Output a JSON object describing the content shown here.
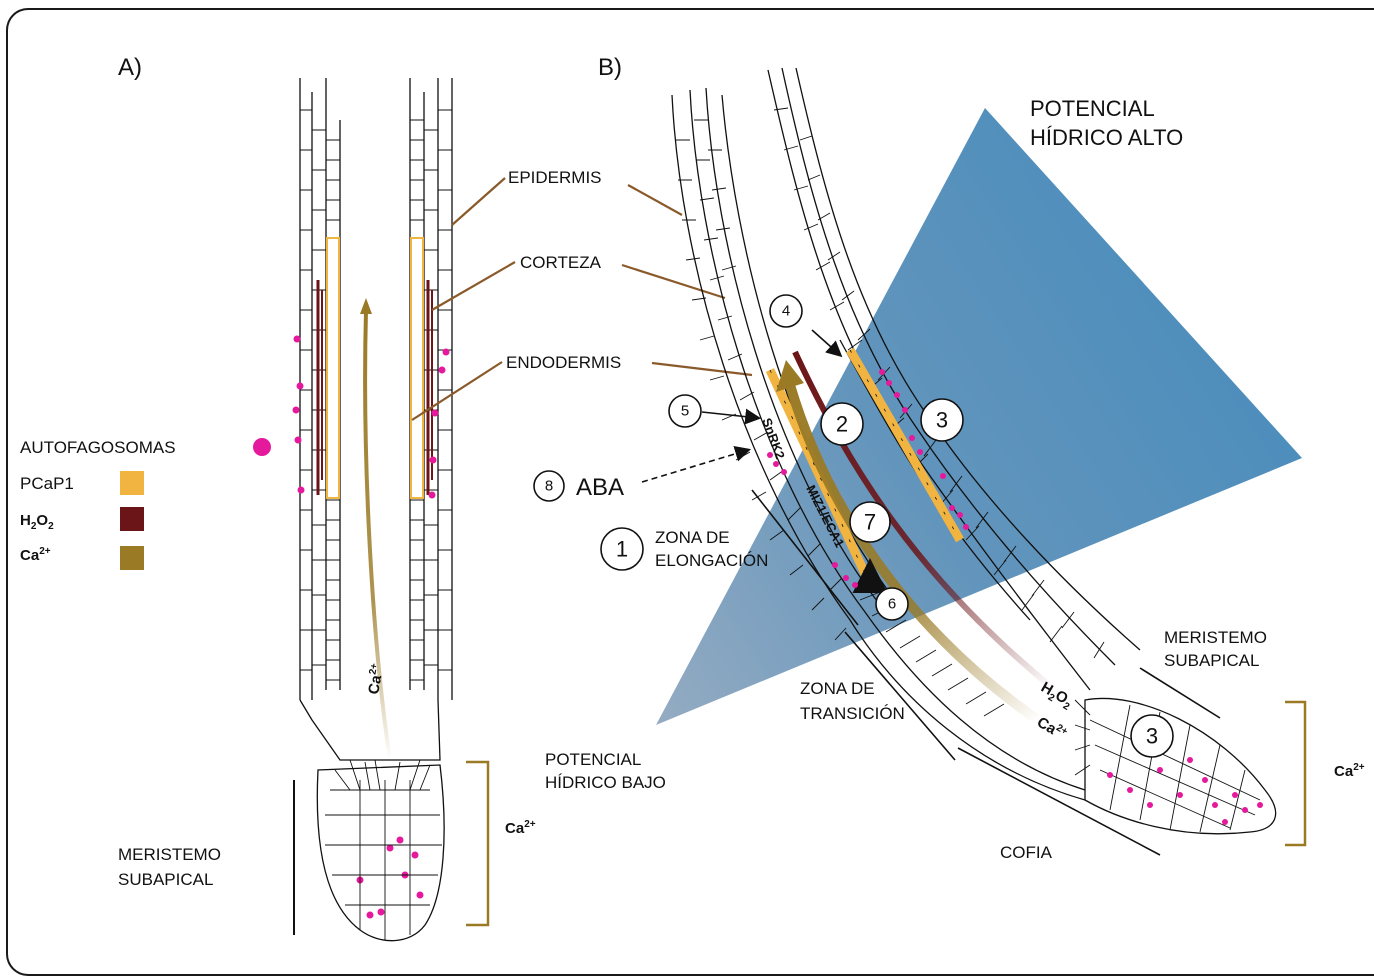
{
  "panels": {
    "a": "A)",
    "b": "B)"
  },
  "labels": {
    "epidermis": "EPIDERMIS",
    "corteza": "CORTEZA",
    "endodermis": "ENDODERMIS",
    "meristemo_a_line1": "MERISTEMO",
    "meristemo_a_line2": "SUBAPICAL",
    "meristemo_b_line1": "MERISTEMO",
    "meristemo_b_line2": "SUBAPICAL",
    "potencial_alto_line1": "POTENCIAL",
    "potencial_alto_line2": "HÍDRICO ALTO",
    "potencial_bajo_line1": "POTENCIAL",
    "potencial_bajo_line2": "HÍDRICO BAJO",
    "zona_elongacion_line1": "ZONA DE",
    "zona_elongacion_line2": "ELONGACIÓN",
    "zona_transicion_line1": "ZONA DE",
    "zona_transicion_line2": "TRANSICIÓN",
    "cofia": "COFIA",
    "aba": "ABA",
    "snrk2": "SnRK2",
    "myzeca1": "MIZ1/ECA1",
    "ca_base": "Ca",
    "ca_sup": "2+",
    "h2o2_h": "H",
    "h2o2_2a": "2",
    "h2o2_o": "O",
    "h2o2_2b": "2"
  },
  "legend": {
    "items": [
      {
        "label": "AUTOFAGOSOMAS",
        "color": "#e5199b",
        "shape": "dot"
      },
      {
        "label": "PCaP1",
        "color": "#f2b441",
        "shape": "square"
      },
      {
        "label": "H2O2",
        "color": "#6b1518",
        "shape": "square"
      },
      {
        "label": "Ca2+",
        "color": "#9a7a25",
        "shape": "square"
      }
    ]
  },
  "steps": [
    "1",
    "2",
    "3",
    "3",
    "4",
    "5",
    "6",
    "7",
    "8"
  ],
  "colors": {
    "magenta": "#e5199b",
    "pcap1": "#f2b441",
    "h2o2": "#6b1518",
    "ca": "#9a7a25",
    "leader": "#8b5a2b",
    "blue": "#3f86b8"
  }
}
